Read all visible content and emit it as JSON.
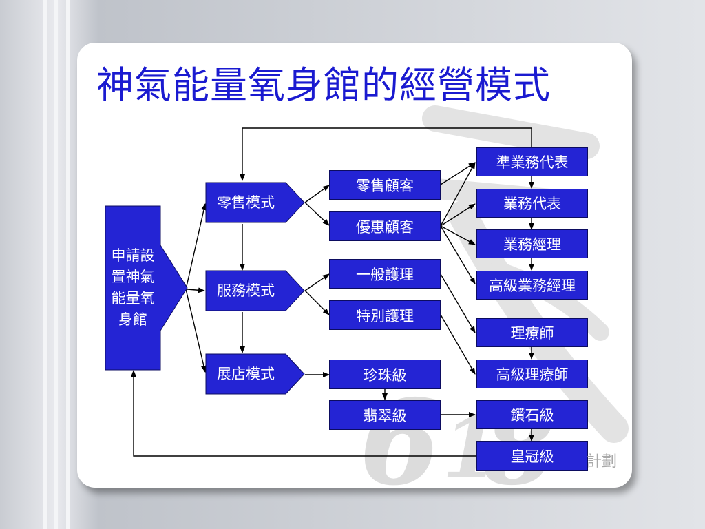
{
  "title": "神氣能量氧身館的經營模式",
  "apply_box": "申請設置神氣能量氧身館",
  "modes": {
    "retail": "零售模式",
    "service": "服務模式",
    "store": "展店模式"
  },
  "customers": {
    "retail": "零售顧客",
    "discount": "優惠顧客"
  },
  "care": {
    "general": "一般護理",
    "special": "特別護理"
  },
  "store_levels": {
    "pearl": "珍珠級",
    "jade": "翡翠級"
  },
  "ranks": {
    "quasi_rep": "準業務代表",
    "rep": "業務代表",
    "manager": "業務經理",
    "senior_manager": "高級業務經理",
    "therapist": "理療師",
    "senior_therapist": "高級理療師",
    "diamond": "鑽石級",
    "crown": "皇冠級"
  },
  "watermark_text": "計劃",
  "colors": {
    "title": "#1a1ad0",
    "box_fill": "#2424d4",
    "box_text": "#ffffff",
    "connector": "#000000"
  }
}
